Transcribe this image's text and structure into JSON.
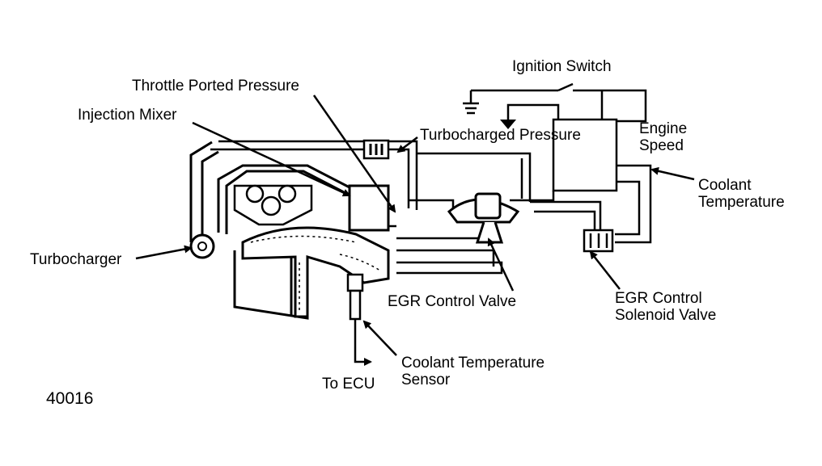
{
  "labels": {
    "ignition_switch": "Ignition Switch",
    "throttle_ported_pressure": "Throttle Ported Pressure",
    "injection_mixer": "Injection Mixer",
    "turbocharged_pressure": "Turbocharged Pressure",
    "engine_speed": "Engine\nSpeed",
    "coolant_temperature": "Coolant\nTemperature",
    "turbocharger": "Turbocharger",
    "egr_control_valve": "EGR Control Valve",
    "egr_control_solenoid_valve": "EGR Control\nSolenoid Valve",
    "coolant_temperature_sensor": "Coolant Temperature\nSensor",
    "to_ecu": "To ECU"
  },
  "figure_number": "40016"
}
